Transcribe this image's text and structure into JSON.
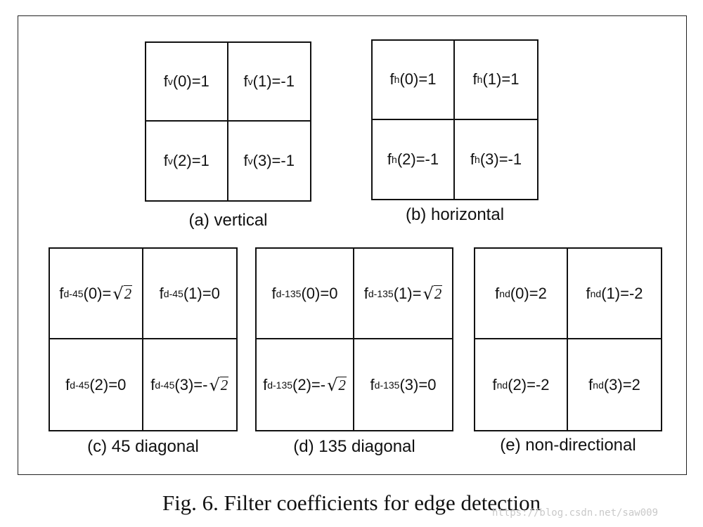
{
  "figure_caption": "Fig. 6. Filter coefficients for edge detection",
  "watermark": "https://blog.csdn.net/saw009",
  "panels": [
    {
      "caption": "(a) vertical",
      "cells": [
        {
          "base": "f",
          "sub": "v",
          "arg": "(0)=1",
          "sqrt": ""
        },
        {
          "base": "f",
          "sub": "v",
          "arg": "(1)=-1",
          "sqrt": ""
        },
        {
          "base": "f",
          "sub": "v",
          "arg": "(2)=1",
          "sqrt": ""
        },
        {
          "base": "f",
          "sub": "v",
          "arg": "(3)=-1",
          "sqrt": ""
        }
      ]
    },
    {
      "caption": "(b) horizontal",
      "cells": [
        {
          "base": "f",
          "sub": "h",
          "arg": "(0)=1",
          "sqrt": ""
        },
        {
          "base": "f",
          "sub": "h",
          "arg": "(1)=1",
          "sqrt": ""
        },
        {
          "base": "f",
          "sub": "h",
          "arg": "(2)=-1",
          "sqrt": ""
        },
        {
          "base": "f",
          "sub": "h",
          "arg": "(3)=-1",
          "sqrt": ""
        }
      ]
    },
    {
      "caption": "(c) 45 diagonal",
      "cells": [
        {
          "base": "f",
          "sub": "d-45",
          "arg": "(0)=",
          "sqrt": "2"
        },
        {
          "base": "f",
          "sub": "d-45",
          "arg": "(1)=0",
          "sqrt": ""
        },
        {
          "base": "f",
          "sub": "d-45",
          "arg": "(2)=0",
          "sqrt": ""
        },
        {
          "base": "f",
          "sub": "d-45",
          "arg": "(3)=-",
          "sqrt": "2"
        }
      ]
    },
    {
      "caption": "(d) 135 diagonal",
      "cells": [
        {
          "base": "f",
          "sub": "d-135",
          "arg": "(0)=0",
          "sqrt": ""
        },
        {
          "base": "f",
          "sub": "d-135",
          "arg": "(1)=",
          "sqrt": "2"
        },
        {
          "base": "f",
          "sub": "d-135",
          "arg": "(2)=-",
          "sqrt": "2"
        },
        {
          "base": "f",
          "sub": "d-135",
          "arg": "(3)=0",
          "sqrt": ""
        }
      ]
    },
    {
      "caption": "(e) non-directional",
      "cells": [
        {
          "base": "f",
          "sub": "nd",
          "arg": "(0)=2",
          "sqrt": ""
        },
        {
          "base": "f",
          "sub": "nd",
          "arg": "(1)=-2",
          "sqrt": ""
        },
        {
          "base": "f",
          "sub": "nd",
          "arg": "(2)=-2",
          "sqrt": ""
        },
        {
          "base": "f",
          "sub": "nd",
          "arg": "(3)=2",
          "sqrt": ""
        }
      ]
    }
  ]
}
